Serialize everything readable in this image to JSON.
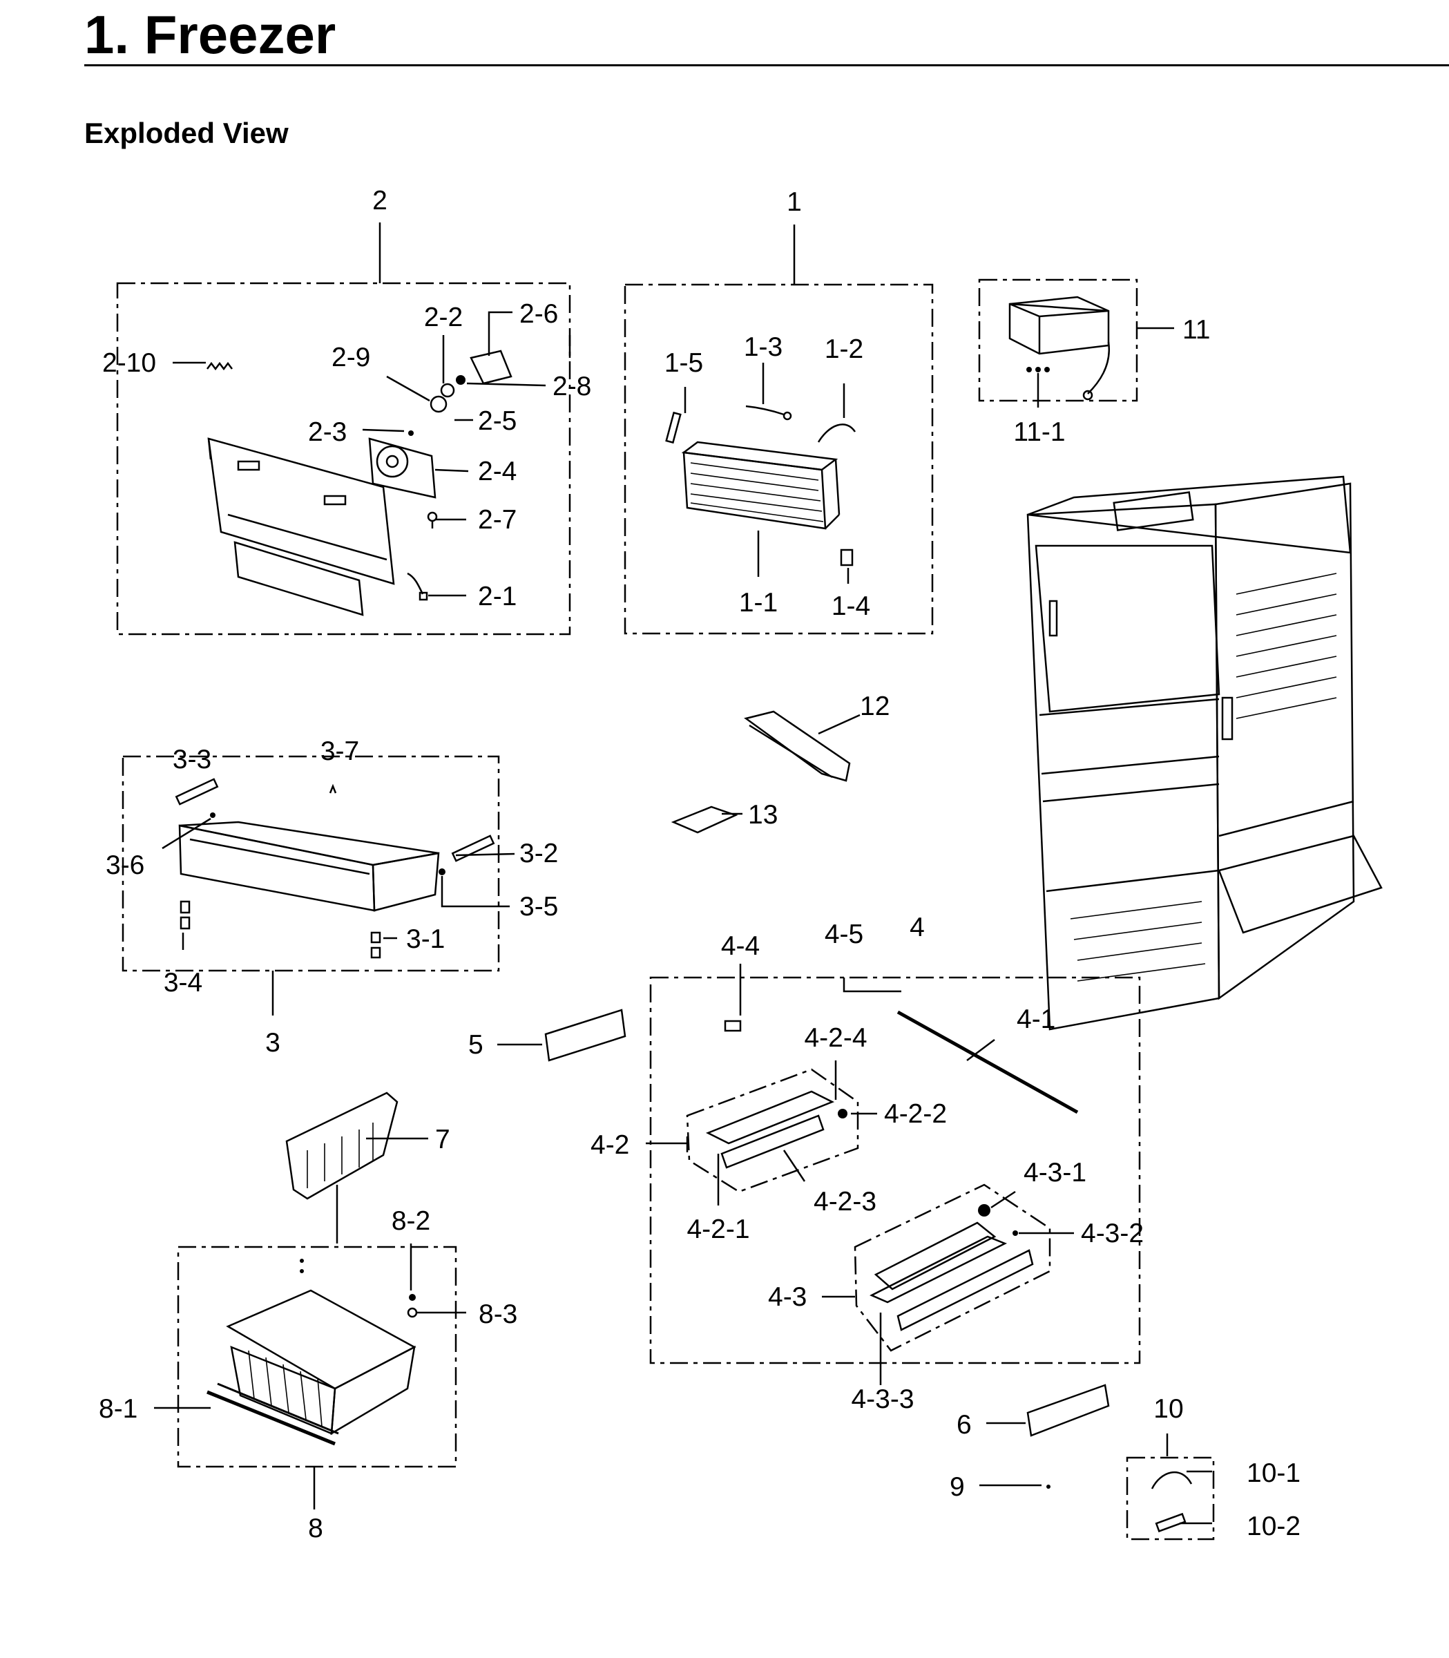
{
  "header": {
    "title": "1.  Freezer",
    "subtitle": "Exploded View"
  },
  "labels": {
    "l2": "2",
    "l1": "1",
    "l2_10": "2-10",
    "l2_2": "2-2",
    "l2_6": "2-6",
    "l2_9": "2-9",
    "l2_8": "2-8",
    "l2_5": "2-5",
    "l2_3": "2-3",
    "l2_4": "2-4",
    "l2_7": "2-7",
    "l2_1": "2-1",
    "l1_5": "1-5",
    "l1_3": "1-3",
    "l1_2": "1-2",
    "l1_1": "1-1",
    "l1_4": "1-4",
    "l11": "11",
    "l11_1": "11-1",
    "l12": "12",
    "l13": "13",
    "l3_3": "3-3",
    "l3_7": "3-7",
    "l3_6": "3-6",
    "l3_2": "3-2",
    "l3_5": "3-5",
    "l3_1": "3-1",
    "l3_4": "3-4",
    "l3": "3",
    "l4_4": "4-4",
    "l4_5": "4-5",
    "l4": "4",
    "l4_1": "4-1",
    "l5": "5",
    "l4_2_4": "4-2-4",
    "l4_2_2": "4-2-2",
    "l4_2": "4-2",
    "l4_2_3": "4-2-3",
    "l4_2_1": "4-2-1",
    "l4_3_1": "4-3-1",
    "l4_3_2": "4-3-2",
    "l4_3": "4-3",
    "l4_3_3": "4-3-3",
    "l7": "7",
    "l8_2": "8-2",
    "l8_3": "8-3",
    "l8_1": "8-1",
    "l8": "8",
    "l6": "6",
    "l10": "10",
    "l10_1": "10-1",
    "l9": "9",
    "l10_2": "10-2"
  }
}
